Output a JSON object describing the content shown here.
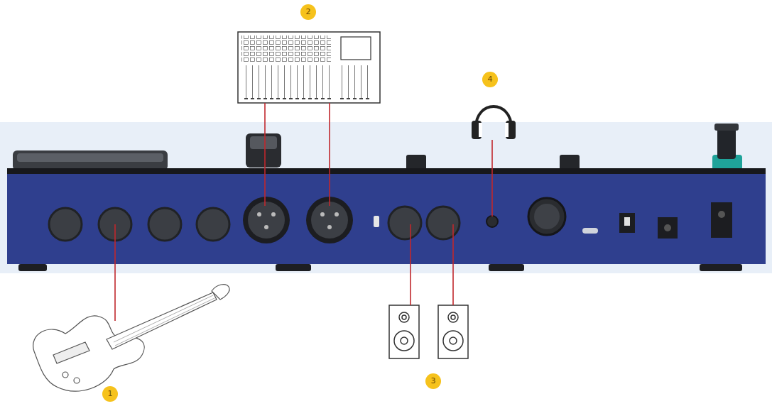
{
  "diagram": {
    "labels": [
      "2",
      "4",
      "1",
      "3"
    ]
  }
}
